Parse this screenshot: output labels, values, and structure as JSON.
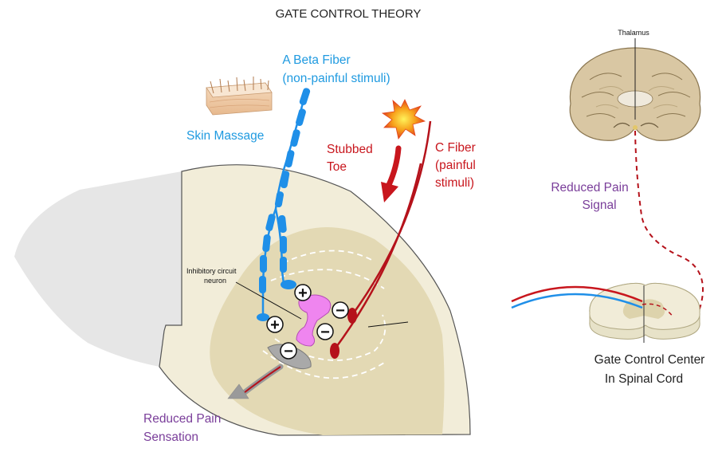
{
  "title": "GATE CONTROL THEORY",
  "labels": {
    "a_beta_line1": "A Beta Fiber",
    "a_beta_line2": "(non-painful stimuli)",
    "skin_massage": "Skin Massage",
    "stubbed_line1": "Stubbed",
    "stubbed_line2": "Toe",
    "c_fiber_line1": "C Fiber",
    "c_fiber_line2": "(painful",
    "c_fiber_line3": "stimuli)",
    "inhibitory_line1": "Inhibitory circuit",
    "inhibitory_line2": "neuron",
    "reduced_sensation_line1": "Reduced Pain",
    "reduced_sensation_line2": "Sensation",
    "thalamus": "Thalamus",
    "reduced_signal_line1": "Reduced Pain",
    "reduced_signal_line2": "Signal",
    "gate_center_line1": "Gate Control Center",
    "gate_center_line2": "In Spinal Cord"
  },
  "signs": {
    "plus": "+",
    "minus": "−"
  },
  "colors": {
    "a_beta_fiber": "#1f8fe8",
    "c_fiber": "#b5121b",
    "inhibitory_neuron": "#ee82ee",
    "spinal_tissue": "#f1ecd8",
    "grey_matter": "#e2d8b4",
    "label_purple": "#7a3e9a"
  }
}
